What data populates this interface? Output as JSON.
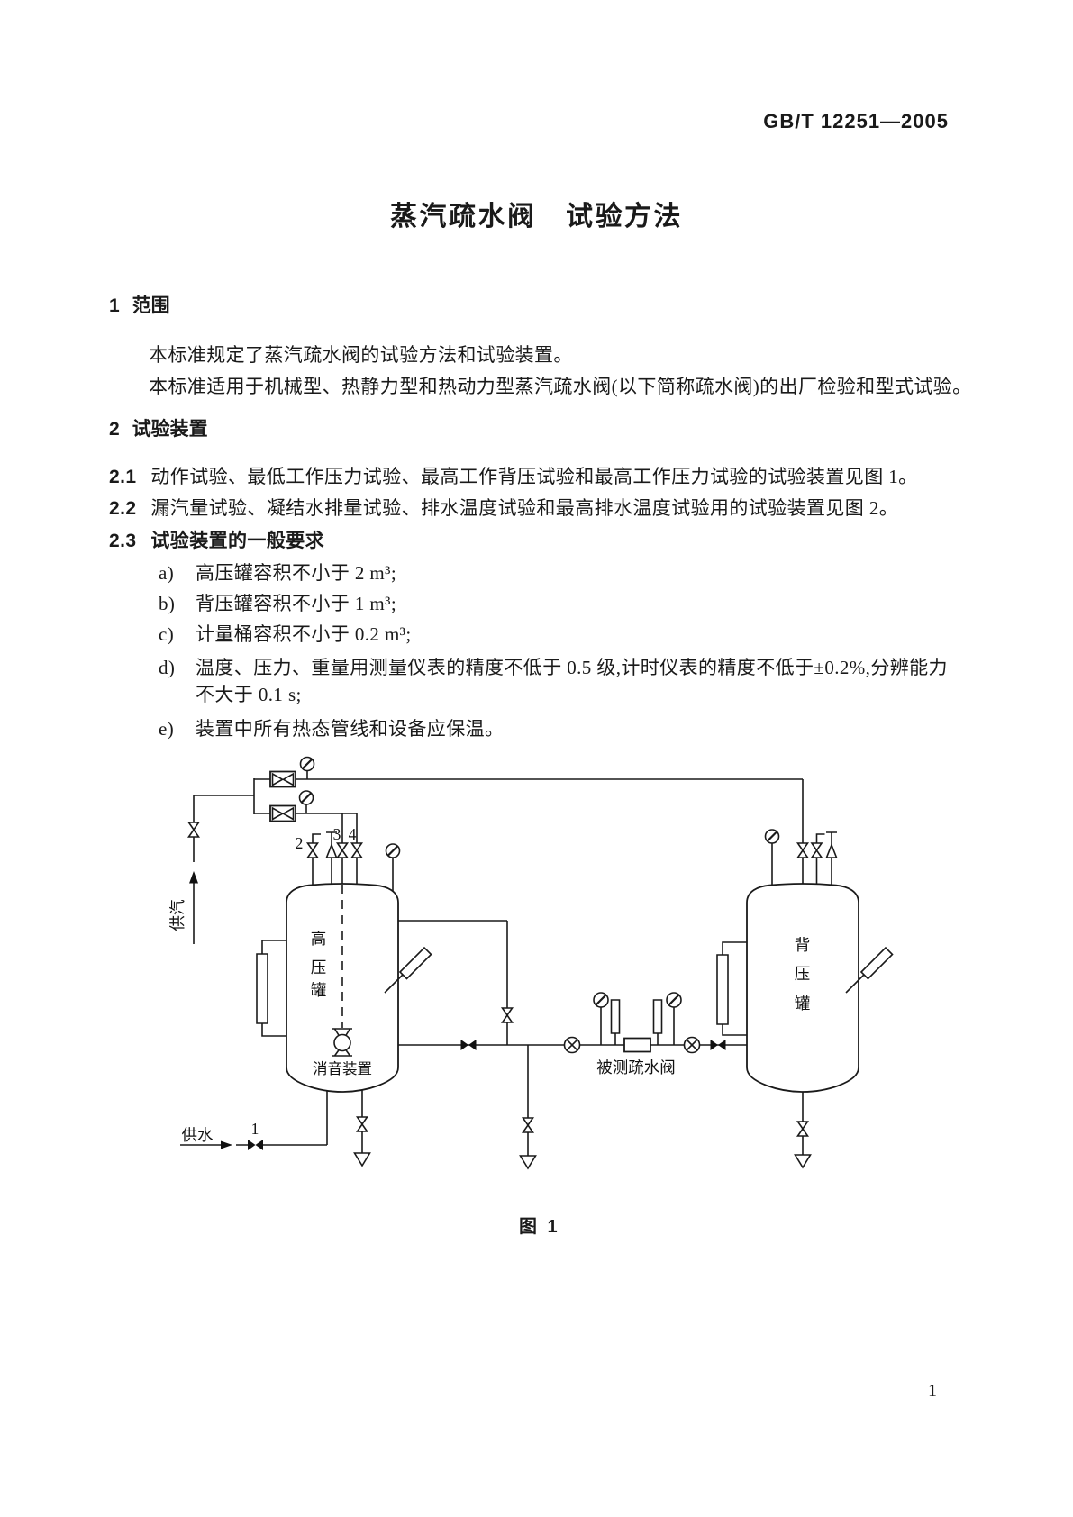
{
  "page": {
    "standard_code": "GB/T 12251—2005",
    "title": "蒸汽疏水阀　试验方法",
    "page_number": "1"
  },
  "sections": {
    "s1": {
      "num": "1",
      "heading": "范围"
    },
    "p1": "本标准规定了蒸汽疏水阀的试验方法和试验装置。",
    "p2": "本标准适用于机械型、热静力型和热动力型蒸汽疏水阀(以下简称疏水阀)的出厂检验和型式试验。",
    "s2": {
      "num": "2",
      "heading": "试验装置"
    },
    "c21": {
      "num": "2.1",
      "text": "动作试验、最低工作压力试验、最高工作背压试验和最高工作压力试验的试验装置见图 1。"
    },
    "c22": {
      "num": "2.2",
      "text": "漏汽量试验、凝结水排量试验、排水温度试验和最高排水温度试验用的试验装置见图 2。"
    },
    "c23": {
      "num": "2.3",
      "text": "试验装置的一般要求"
    },
    "items": [
      {
        "marker": "a)",
        "text": "高压罐容积不小于 2 m³;"
      },
      {
        "marker": "b)",
        "text": "背压罐容积不小于 1 m³;"
      },
      {
        "marker": "c)",
        "text": "计量桶容积不小于 0.2 m³;"
      },
      {
        "marker": "d)",
        "text": "温度、压力、重量用测量仪表的精度不低于 0.5 级,计时仪表的精度不低于±0.2%,分辨能力",
        "text2": "不大于 0.1 s;"
      },
      {
        "marker": "e)",
        "text": "装置中所有热态管线和设备应保温。"
      }
    ]
  },
  "figure": {
    "caption": "图 1",
    "steam_supply": "供汽",
    "water_supply": "供水",
    "high_tank": [
      "高",
      "压",
      "罐"
    ],
    "back_tank": [
      "背",
      "压",
      "罐"
    ],
    "muffler": "消音装置",
    "trap": "被测疏水阀",
    "valve_labels": {
      "v1": "1",
      "v2": "2",
      "v3": "3",
      "v4": "4"
    }
  }
}
